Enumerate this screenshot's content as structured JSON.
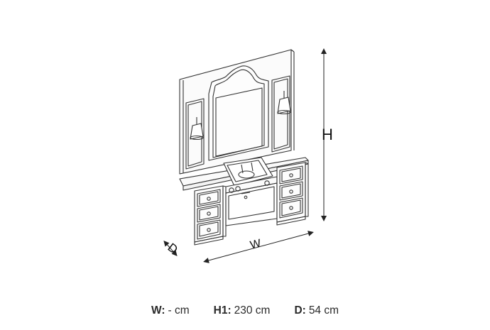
{
  "drawing": {
    "label_height": "H",
    "label_width": "W",
    "label_depth": "D"
  },
  "specs": [
    {
      "key": "W:",
      "value": "- cm"
    },
    {
      "key": "H1:",
      "value": "230 cm"
    },
    {
      "key": "D:",
      "value": "54 cm"
    }
  ]
}
